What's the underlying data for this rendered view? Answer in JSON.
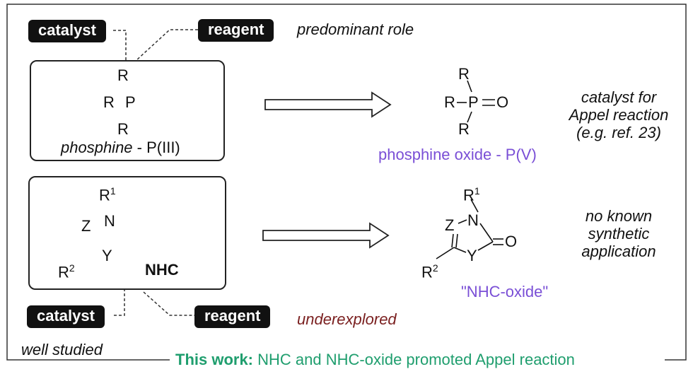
{
  "labels": {
    "catalyst_top": "catalyst",
    "reagent_top": "reagent",
    "predominant_role": "predominant role",
    "catalyst_bottom": "catalyst",
    "reagent_bottom": "reagent",
    "underexplored": "underexplored",
    "well_studied": "well studied"
  },
  "phosphine": {
    "substituent": "R",
    "atom": "P",
    "caption_italic": "phosphine",
    "caption_rest": " - P(III)"
  },
  "phosphine_oxide": {
    "substituent": "R",
    "atom": "P",
    "oxygen": "O",
    "caption": "phosphine oxide - P(V)",
    "note_lines": [
      "catalyst for",
      "Appel reaction",
      "(e.g. ref. 23)"
    ]
  },
  "nhc": {
    "n": "N",
    "z": "Z",
    "y": "Y",
    "r1": "R",
    "r1_sup": "1",
    "r2": "R",
    "r2_sup": "2",
    "label": "NHC"
  },
  "nhc_oxide": {
    "n": "N",
    "z": "Z",
    "y": "Y",
    "oxygen": "O",
    "r1": "R",
    "r1_sup": "1",
    "r2": "R",
    "r2_sup": "2",
    "caption": "\"NHC-oxide\"",
    "note_lines": [
      "no known",
      "synthetic",
      "application"
    ]
  },
  "footer": {
    "bold": "This work:",
    "rest": " NHC and NHC-oxide promoted Appel reaction"
  },
  "colors": {
    "highlight": "#f2e84a",
    "purple": "#7a4fd6",
    "dark_red": "#7a1f1f",
    "green": "#1f9e6e"
  }
}
